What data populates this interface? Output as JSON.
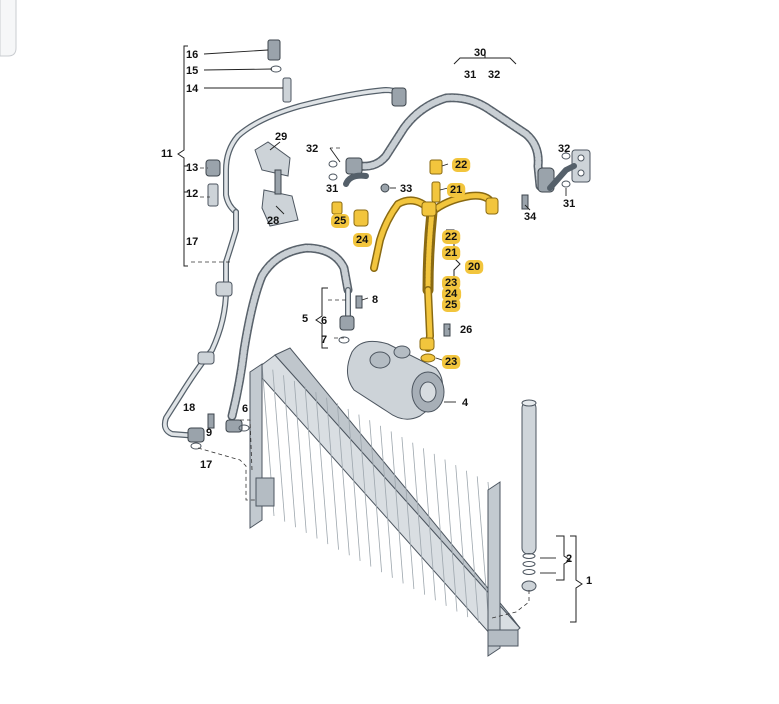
{
  "labels": {
    "l1": "1",
    "l2": "2",
    "l4": "4",
    "l5": "5",
    "l6a": "6",
    "l6b": "6",
    "l7": "7",
    "l8": "8",
    "l9": "9",
    "l11": "11",
    "l12": "12",
    "l13": "13",
    "l14": "14",
    "l15": "15",
    "l16": "16",
    "l17a": "17",
    "l17b": "17",
    "l18": "18",
    "l20": "20",
    "l21a": "21",
    "l21b": "21",
    "l22a": "22",
    "l22b": "22",
    "l23a": "23",
    "l23b": "23",
    "l24a": "24",
    "l24b": "24",
    "l25a": "25",
    "l25b": "25",
    "l26": "26",
    "l28": "28",
    "l29": "29",
    "l30": "30",
    "l31a": "31",
    "l31b": "31",
    "l31c": "31",
    "l32a": "32",
    "l32b": "32",
    "l32c": "32",
    "l33": "33",
    "l34": "34"
  },
  "colors": {
    "highlight": "#f2c53d",
    "highlight_pipe": "#f2c53d",
    "line_art": "#4d5660",
    "condenser_fill": "#d9dee2"
  }
}
